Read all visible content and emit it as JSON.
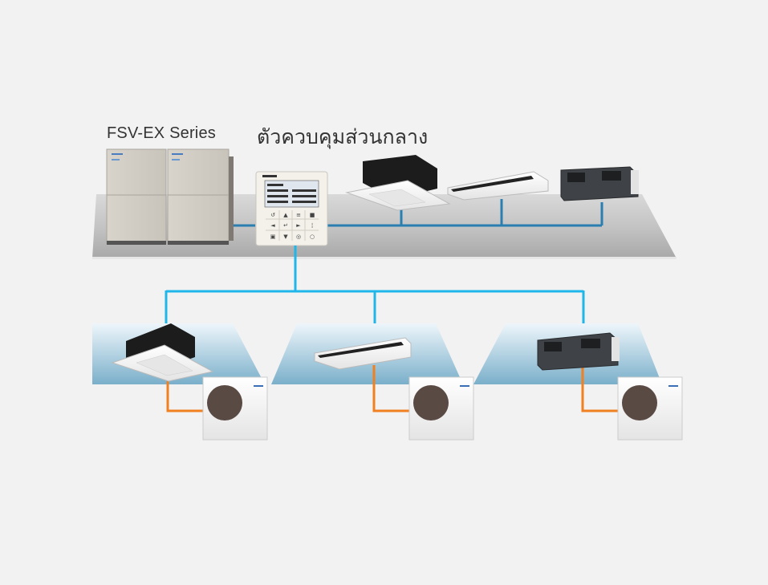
{
  "labels": {
    "outdoor_series": "FSV-EX Series",
    "central_controller": "ตัวควบคุมส่วนกลาง"
  },
  "colors": {
    "background": "#f2f2f2",
    "network_line_main": "#2a7fb0",
    "network_line_branch": "#1fb6ea",
    "refrigerant_line": "#f08020",
    "floor_platform": "#b0b0b0",
    "room_zone_top": "#e8f3fa",
    "room_zone_bottom": "#7fb2cc"
  },
  "devices": {
    "vrf_outdoor_units": 2,
    "upper_indoor_units": [
      "4-way cassette",
      "ceiling suspended",
      "ducted"
    ],
    "lower_zones": [
      {
        "indoor": "4-way cassette",
        "outdoor": "split outdoor unit"
      },
      {
        "indoor": "ceiling suspended",
        "outdoor": "split outdoor unit"
      },
      {
        "indoor": "ducted",
        "outdoor": "split outdoor unit"
      }
    ]
  }
}
